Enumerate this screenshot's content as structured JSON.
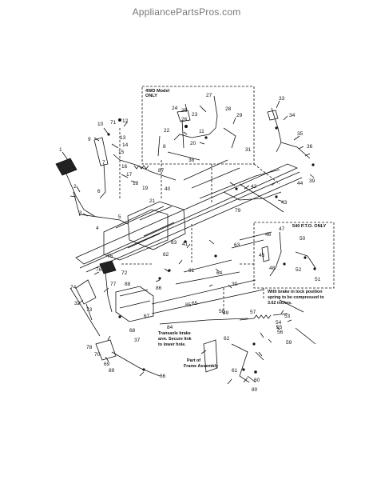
{
  "watermark": "AppliancePartsPros.com",
  "boxes": {
    "fwd_title_1": "4WD Model",
    "fwd_title_2": "ONLY",
    "pto_title": "540 P.T.O. ONLY"
  },
  "notes": {
    "spring_1": "With brake in lock position",
    "spring_2": "spring to be compressed to",
    "spring_3": "3.62 inches.",
    "brake_1": "Transaxle brake",
    "brake_2": "arm. Secure link",
    "brake_3": "to lower hole.",
    "frame_1": "Part of",
    "frame_2": "Frame Assembly"
  },
  "callouts": [
    "1",
    "2",
    "3",
    "4",
    "5",
    "6",
    "7",
    "8",
    "9",
    "10",
    "11",
    "12",
    "13",
    "14",
    "15",
    "16",
    "17",
    "18",
    "19",
    "20",
    "21",
    "22",
    "23",
    "24",
    "25",
    "26",
    "27",
    "28",
    "29",
    "30",
    "31",
    "32",
    "33",
    "34",
    "35",
    "36",
    "37",
    "38",
    "39",
    "40",
    "41",
    "42",
    "43",
    "44",
    "45",
    "46",
    "47",
    "48",
    "49",
    "50",
    "51",
    "52",
    "53",
    "54",
    "55",
    "56",
    "57",
    "58",
    "59",
    "60",
    "61",
    "62",
    "63",
    "64",
    "65",
    "66",
    "67",
    "68",
    "69",
    "70",
    "71",
    "72",
    "73",
    "74",
    "75",
    "76",
    "77",
    "78",
    "79",
    "80",
    "81",
    "82",
    "83",
    "84",
    "85",
    "86",
    "87",
    "88",
    "89"
  ]
}
